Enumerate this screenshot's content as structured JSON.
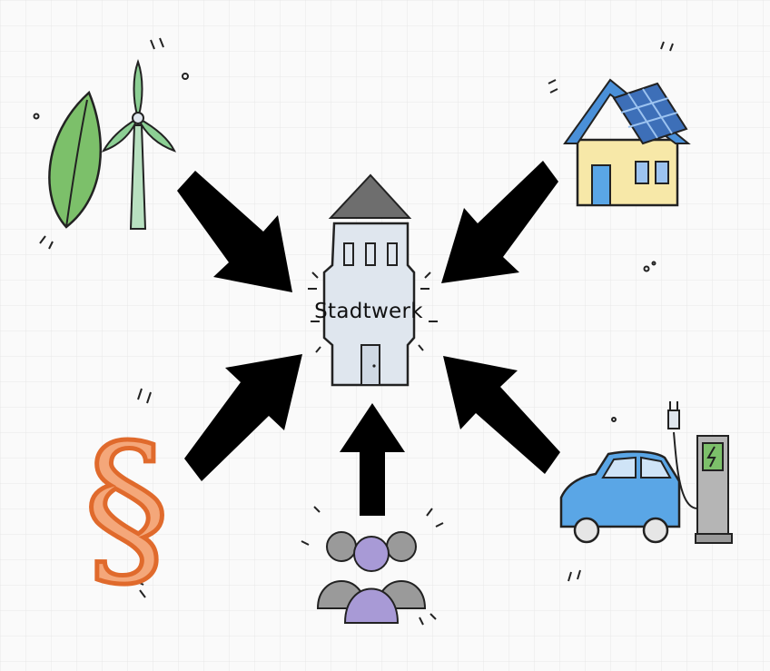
{
  "center": {
    "label": "Stadtwerk",
    "icon": "city-utility-building-icon"
  },
  "nodes": [
    {
      "name": "renewable-energy",
      "icons": [
        "leaf-icon",
        "wind-turbine-icon"
      ],
      "arrow": "inbound"
    },
    {
      "name": "solar-house",
      "icons": [
        "solar-panel-house-icon"
      ],
      "arrow": "inbound"
    },
    {
      "name": "law",
      "icons": [
        "paragraph-sign-icon"
      ],
      "text": "§",
      "arrow": "inbound"
    },
    {
      "name": "people",
      "icons": [
        "group-of-people-icon"
      ],
      "arrow": "inbound"
    },
    {
      "name": "e-mobility",
      "icons": [
        "electric-car-icon",
        "charging-station-icon"
      ],
      "arrow": "inbound"
    }
  ],
  "colors": {
    "background": "#fafafa",
    "grid": "#e6e6e6",
    "arrow": "#000000",
    "leaf": "#7cc06a",
    "house_wall": "#f7e8a8",
    "roof": "#4a90d9",
    "solar_panel": "#3d6fb8",
    "paragraph": "#f4a77a",
    "people_gray": "#9a9a9a",
    "people_purple": "#a89ad6",
    "car": "#5aa6e6",
    "building": "#dfe6ee"
  }
}
